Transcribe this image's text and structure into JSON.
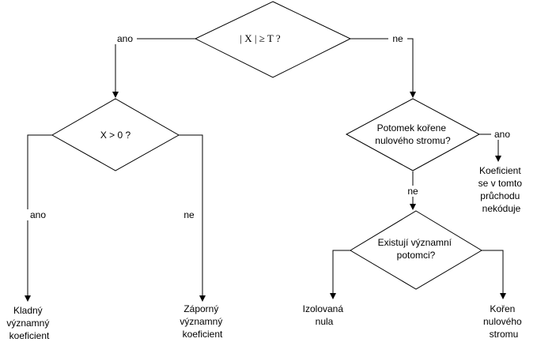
{
  "decisions": {
    "root": "| X | ≥ T ?",
    "sign": "X > 0 ?",
    "descendant": [
      "Potomek kořene",
      "nulového stromu?"
    ],
    "significant": [
      "Existují významní",
      "potomci?"
    ]
  },
  "edges": {
    "root_yes": "ano",
    "root_no": "ne",
    "sign_yes": "ano",
    "sign_no": "ne",
    "descendant_yes": "ano",
    "descendant_no": "ne"
  },
  "outcomes": {
    "positive": [
      "Kladný",
      "významný",
      "koeficient"
    ],
    "negative": [
      "Záporný",
      "významný",
      "koeficient"
    ],
    "skip": [
      "Koeficient",
      "se v tomto",
      "průchodu",
      "nekóduje"
    ],
    "isolated": [
      "Izolovaná",
      "nula"
    ],
    "root": [
      "Kořen",
      "nulového",
      "stromu"
    ]
  }
}
